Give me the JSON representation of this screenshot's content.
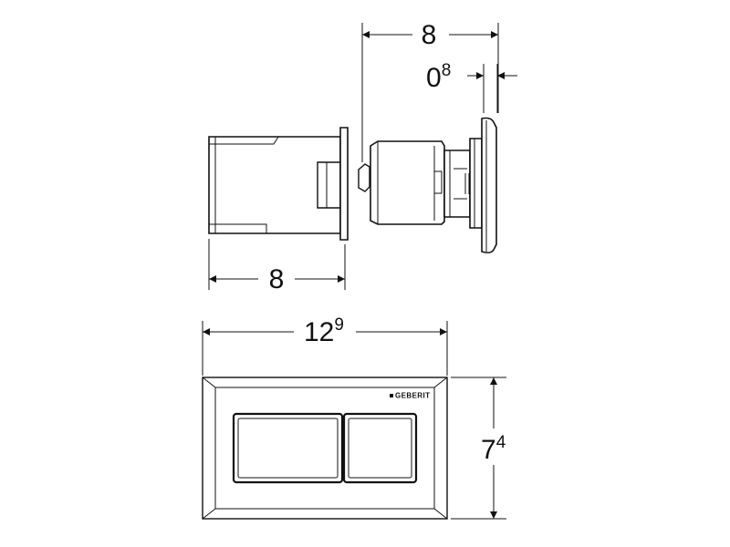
{
  "dimensions": {
    "depth_total": {
      "main": "8",
      "sup": ""
    },
    "plate_thickness": {
      "main": "0",
      "sup": "8"
    },
    "depth_housing": {
      "main": "8",
      "sup": ""
    },
    "width": {
      "main": "12",
      "sup": "9"
    },
    "height": {
      "main": "7",
      "sup": "4"
    }
  },
  "brand": {
    "name": "GEBERIT"
  }
}
